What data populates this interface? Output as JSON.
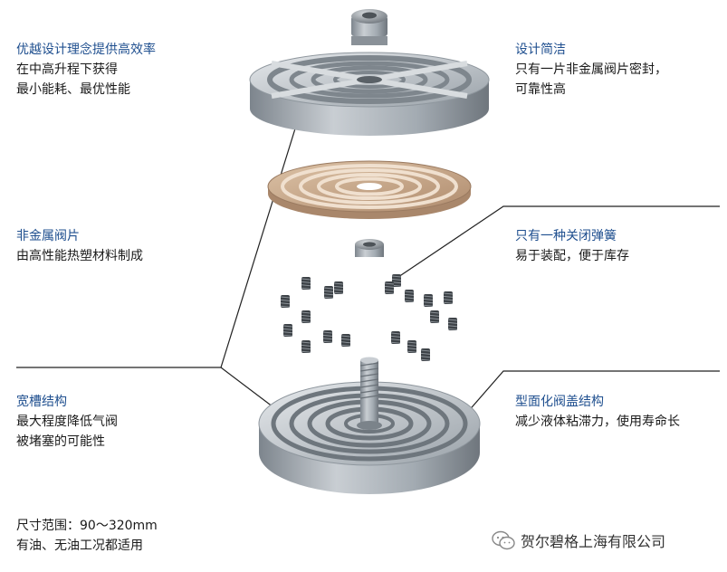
{
  "callouts": {
    "top_left": {
      "title": "优越设计理念提供高效率",
      "lines": [
        "在中高升程下获得",
        "最小能耗、最优性能"
      ]
    },
    "mid_left": {
      "title": "非金属阀片",
      "lines": [
        "由高性能热塑材料制成"
      ]
    },
    "bottom_left": {
      "title": "宽槽结构",
      "lines": [
        "最大程度降低气阀",
        "被堵塞的可能性"
      ]
    },
    "top_right": {
      "title": "设计简洁",
      "lines": [
        "只有一片非金属阀片密封，",
        "可靠性高"
      ]
    },
    "mid_right": {
      "title": "只有一种关闭弹簧",
      "lines": [
        "易于装配，便于库存"
      ]
    },
    "bottom_right": {
      "title": "型面化阀盖结构",
      "lines": [
        "减少液体粘滞力，使用寿命长"
      ]
    }
  },
  "footer": {
    "size_range": "尺寸范围：90～320mm",
    "usage": "有油、无油工况都适用"
  },
  "watermark": {
    "icon": "wechat-icon",
    "text": "贺尔碧格上海有限公司"
  },
  "colors": {
    "title_blue": "#1f4f8f",
    "metal": "#9aa3ab",
    "plate": "#c8a88a"
  }
}
